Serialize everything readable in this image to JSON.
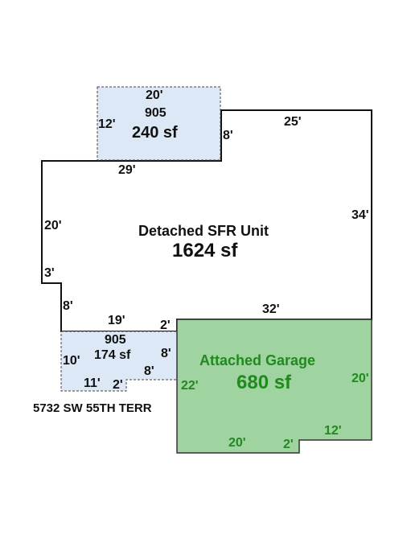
{
  "colors": {
    "porch_fill": "#dce8f5",
    "garage_fill": "#9fd39f",
    "outline": "#111111",
    "garage_text": "#1f8a1f"
  },
  "address": "5732 SW 55TH TERR",
  "main_unit": {
    "title": "Detached SFR Unit",
    "area": "1624 sf",
    "dims": {
      "top_right": "25'",
      "right": "34'",
      "top_left": "29'",
      "left_upper": "20'",
      "left_jog": "3'",
      "left_lower": "8'",
      "bottom_left": "19'",
      "bottom_step": "2'",
      "bottom_right": "32'"
    }
  },
  "top_area": {
    "code": "905",
    "area": "240 sf",
    "dims": {
      "top": "20'",
      "left": "12'",
      "right": "8'"
    }
  },
  "bottom_area": {
    "code": "905",
    "area": "174 sf",
    "dims": {
      "left": "10'",
      "right_upper": "8'",
      "right_lower": "8'",
      "bottom": "11'",
      "notch": "2'"
    }
  },
  "garage": {
    "title": "Attached Garage",
    "area": "680 sf",
    "dims": {
      "left": "22'",
      "right": "20'",
      "bottom": "20'",
      "notch": "2'",
      "bottom_right": "12'"
    }
  }
}
